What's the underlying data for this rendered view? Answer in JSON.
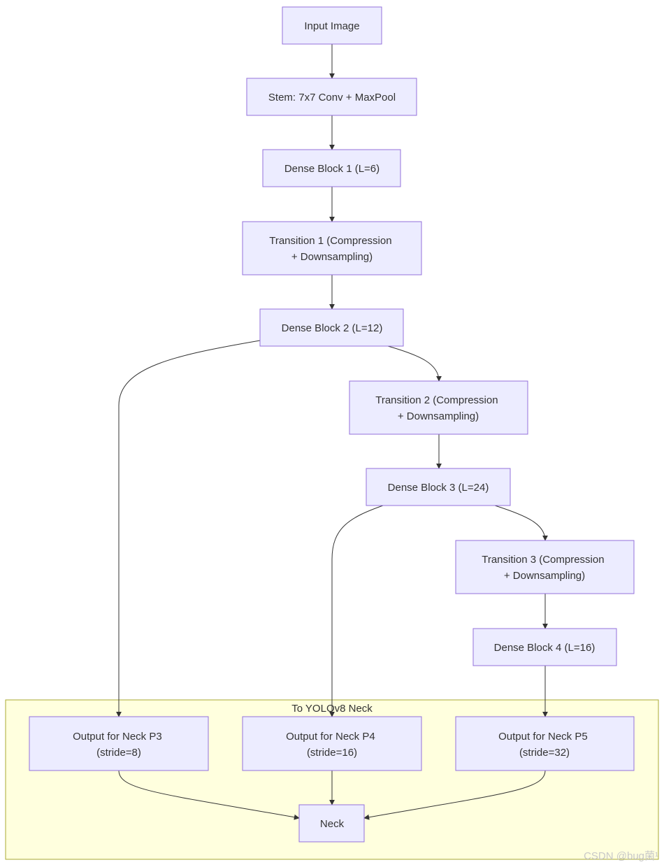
{
  "cluster": {
    "label": "To YOLOv8 Neck"
  },
  "nodes": {
    "input": {
      "lines": [
        "Input Image"
      ]
    },
    "stem": {
      "lines": [
        "Stem: 7x7 Conv + MaxPool"
      ]
    },
    "db1": {
      "lines": [
        "Dense Block 1 (L=6)"
      ]
    },
    "t1": {
      "lines": [
        "Transition 1 (Compression",
        "+ Downsampling)"
      ]
    },
    "db2": {
      "lines": [
        "Dense Block 2 (L=12)"
      ]
    },
    "t2": {
      "lines": [
        "Transition 2 (Compression",
        "+ Downsampling)"
      ]
    },
    "db3": {
      "lines": [
        "Dense Block 3 (L=24)"
      ]
    },
    "t3": {
      "lines": [
        "Transition 3 (Compression",
        "+ Downsampling)"
      ]
    },
    "db4": {
      "lines": [
        "Dense Block 4 (L=16)"
      ]
    },
    "p3": {
      "lines": [
        "Output for Neck P3",
        "(stride=8)"
      ]
    },
    "p4": {
      "lines": [
        "Output for Neck P4",
        "(stride=16)"
      ]
    },
    "p5": {
      "lines": [
        "Output for Neck P5",
        "(stride=32)"
      ]
    },
    "neck": {
      "lines": [
        "Neck"
      ]
    }
  },
  "edges": [
    [
      "input",
      "stem"
    ],
    [
      "stem",
      "db1"
    ],
    [
      "db1",
      "t1"
    ],
    [
      "t1",
      "db2"
    ],
    [
      "db2",
      "t2"
    ],
    [
      "db2",
      "p3"
    ],
    [
      "t2",
      "db3"
    ],
    [
      "db3",
      "t3"
    ],
    [
      "db3",
      "p4"
    ],
    [
      "t3",
      "db4"
    ],
    [
      "db4",
      "p5"
    ],
    [
      "p3",
      "neck"
    ],
    [
      "p4",
      "neck"
    ],
    [
      "p5",
      "neck"
    ]
  ],
  "watermark": "CSDN @bug菌¹",
  "colors": {
    "node_fill": "#ECECFF",
    "node_stroke": "#9370DB",
    "cluster_fill": "#ffffde",
    "cluster_stroke": "#aaaa33",
    "edge": "#333333",
    "text": "#333333"
  }
}
